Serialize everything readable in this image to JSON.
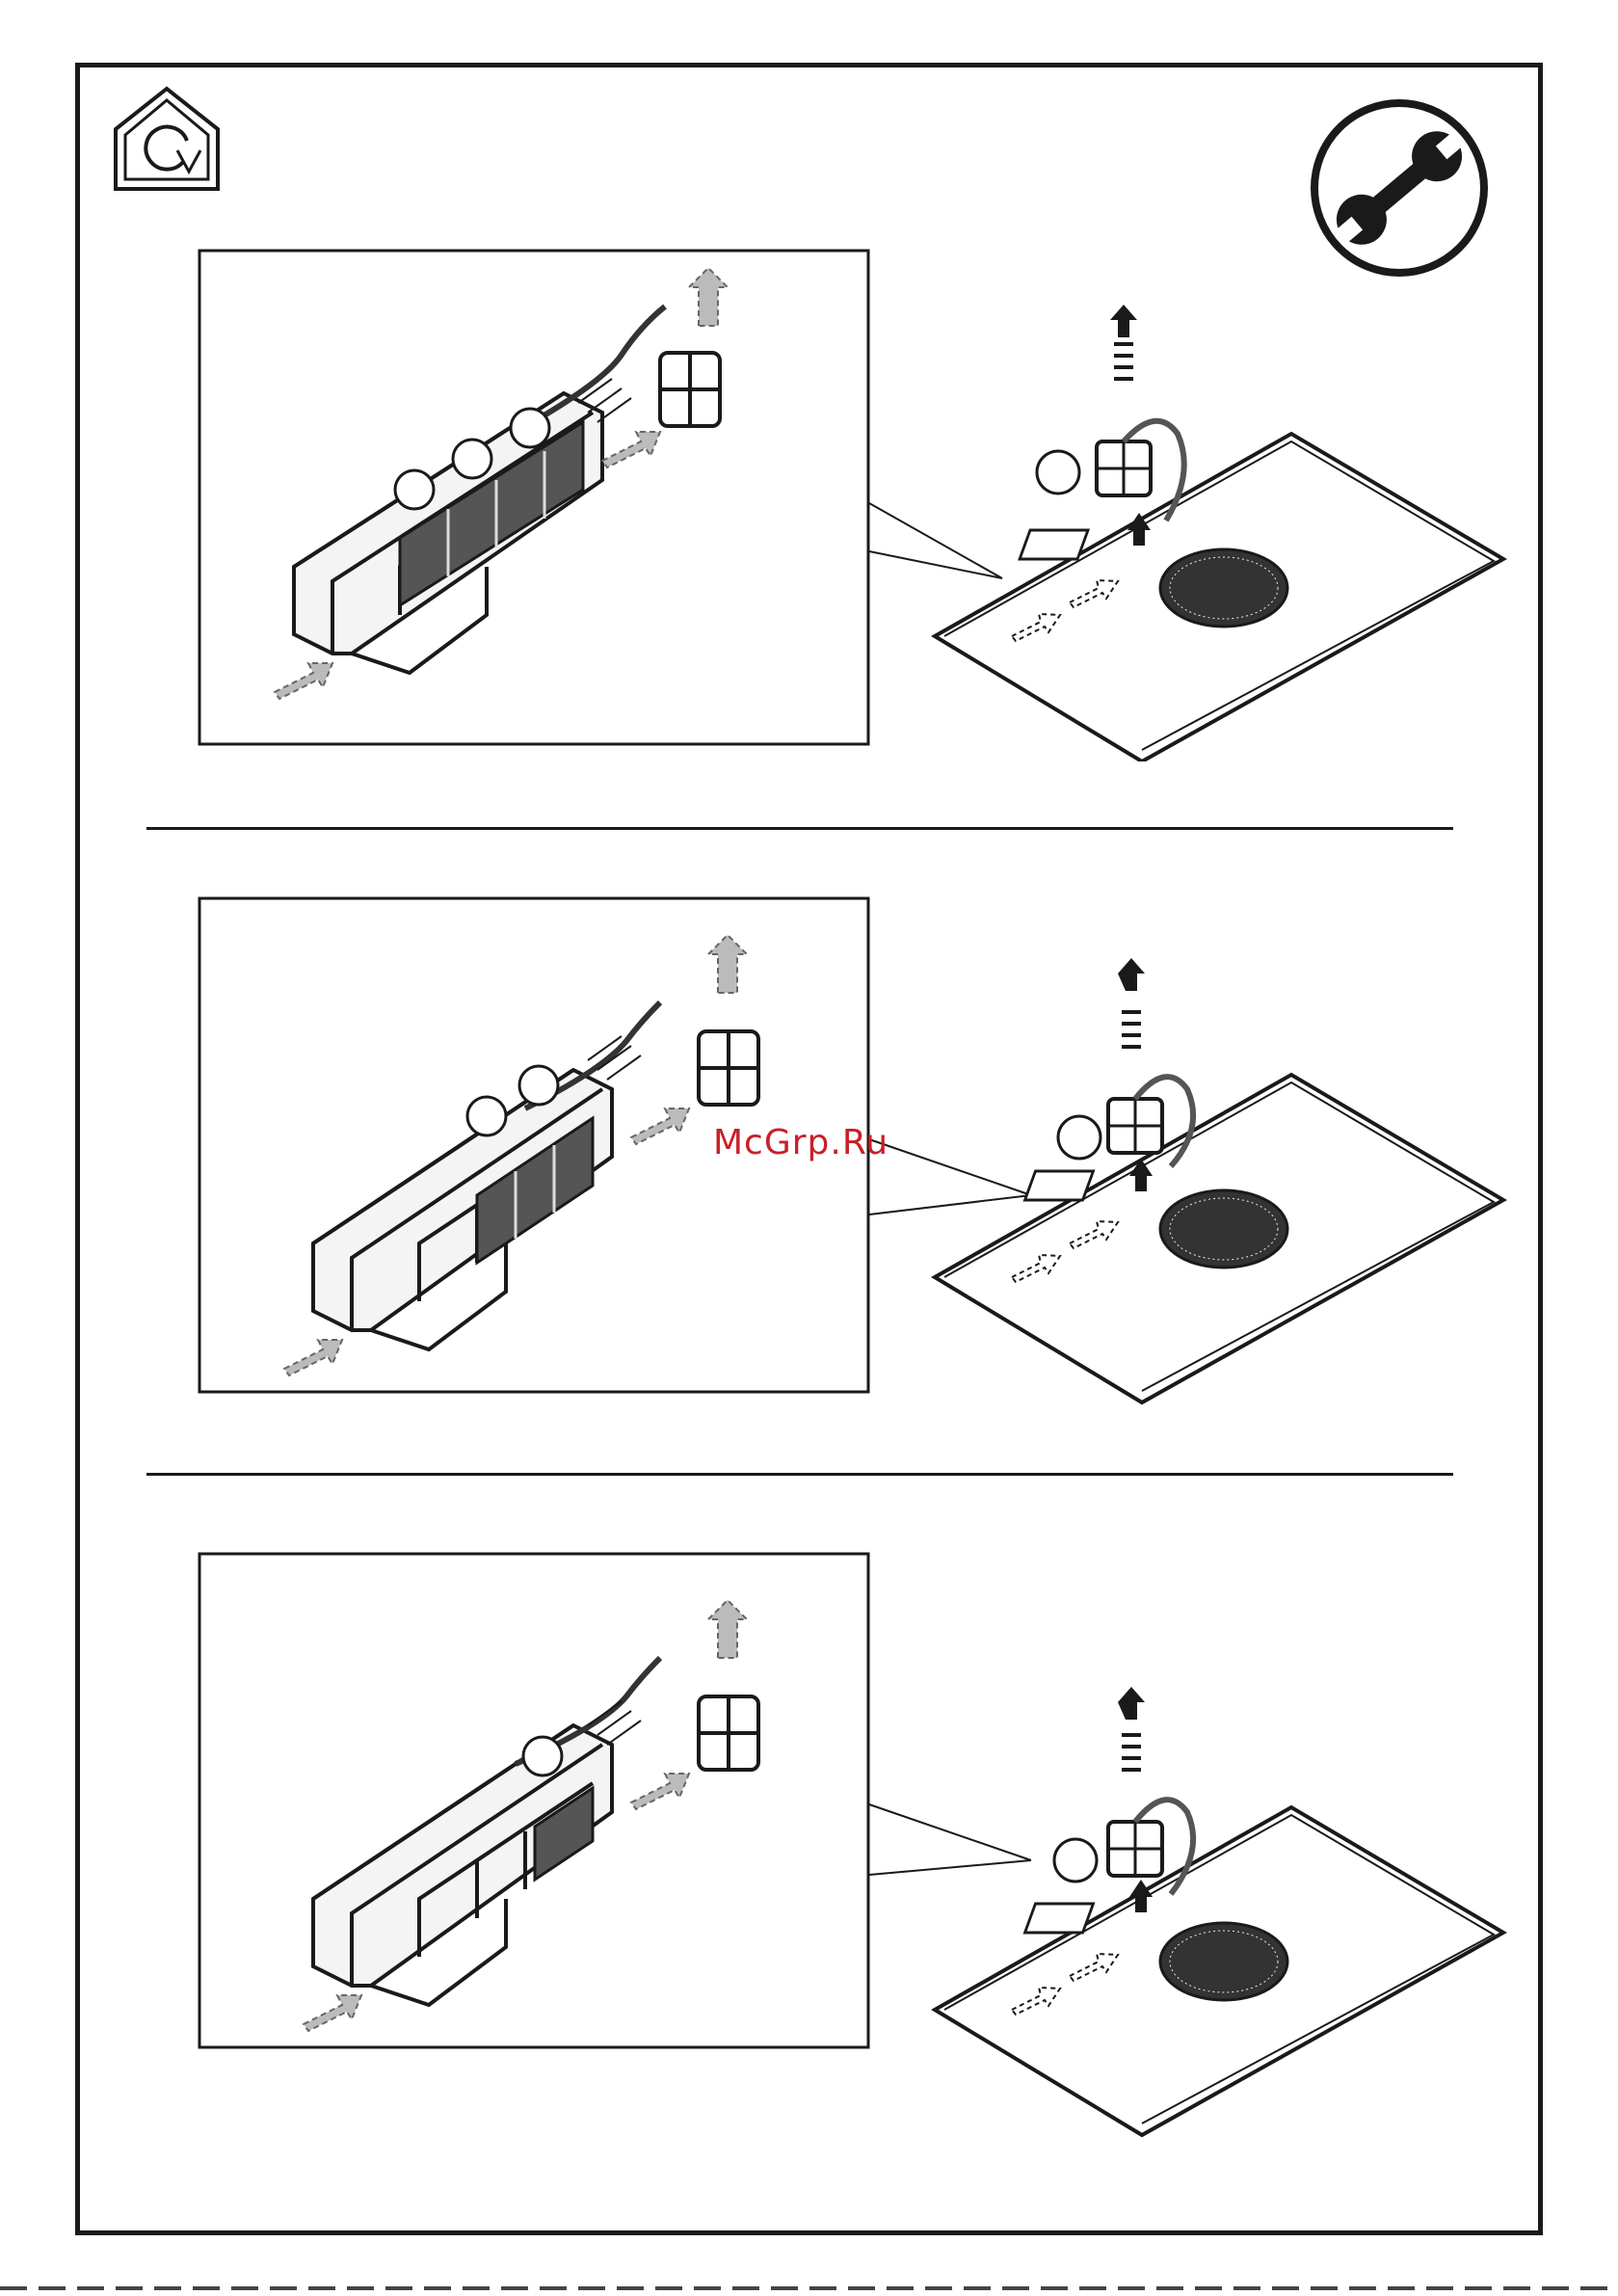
{
  "watermark": {
    "text": "McGrp.Ru",
    "color": "#c8202a"
  },
  "icons": {
    "header_left": "home-rotate-icon",
    "header_right": "wrench-icon",
    "arrow": "up-arrow-icon",
    "dashed_arrow": "dashed-arrow-icon"
  },
  "steps": [
    {
      "callout_circles_detail": 3,
      "callout_circles_overview": 1
    },
    {
      "callout_circles_detail": 2,
      "callout_circles_overview": 1
    },
    {
      "callout_circles_detail": 1,
      "callout_circles_overview": 1
    }
  ]
}
